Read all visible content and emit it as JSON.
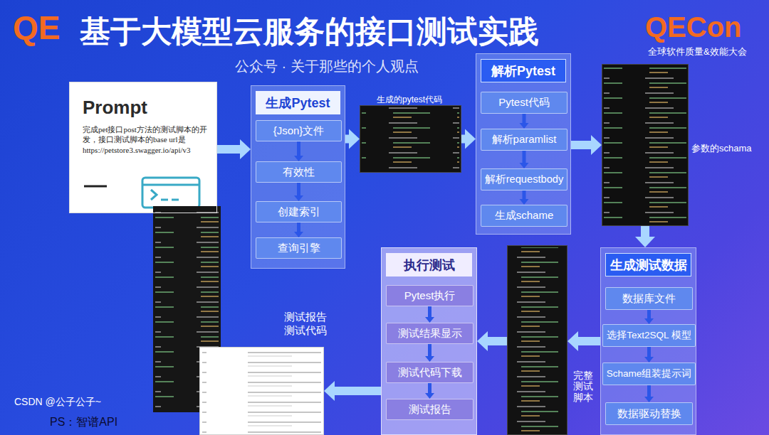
{
  "diagram": {
    "title": "基于大模型云服务的接口测试实践",
    "nodes": [
      {
        "text": [
          "Prompt",
          "完成pet接口post方法的测试脚本的开发，接口测试脚本的base url是 https://petstore3.swagger.io/api/v3"
        ]
      },
      {
        "text": [
          "生成Pytest"
        ]
      },
      {
        "text": [
          "{Json}文件"
        ],
        "in": 1
      },
      {
        "text": [
          "有效性"
        ],
        "in": 1
      },
      {
        "text": [
          "创建索引"
        ],
        "in": 1
      },
      {
        "text": [
          "查询引擎"
        ],
        "in": 1
      },
      {
        "text": [
          "生成的pytest代码"
        ]
      },
      {
        "text": [
          "解析Pytest"
        ]
      },
      {
        "text": [
          "Pytest代码"
        ],
        "in": 7
      },
      {
        "text": [
          "解析paramlist"
        ],
        "in": 7
      },
      {
        "text": [
          "解析requestbody"
        ],
        "in": 7
      },
      {
        "text": [
          "生成schame"
        ],
        "in": 7
      },
      {
        "text": [
          "参数的schama"
        ]
      },
      {
        "text": [
          "生成测试数据"
        ]
      },
      {
        "text": [
          "数据库文件"
        ],
        "in": 13
      },
      {
        "text": [
          "选择Text2SQL 模型"
        ],
        "in": 13
      },
      {
        "text": [
          "Schame组装提示词"
        ],
        "in": 13
      },
      {
        "text": [
          "数据驱动替换"
        ],
        "in": 13
      },
      {
        "text": [
          "完整 测试 脚本"
        ]
      },
      {
        "text": [
          "执行测试"
        ]
      },
      {
        "text": [
          "Pytest执行"
        ],
        "in": 19
      },
      {
        "text": [
          "测试结果显示"
        ],
        "in": 19
      },
      {
        "text": [
          "测试代码下载"
        ],
        "in": 19
      },
      {
        "text": [
          "测试报告"
        ],
        "in": 19
      },
      {
        "text": [
          "测试报告 测试代码"
        ]
      }
    ],
    "edges": [
      {
        "from": 0,
        "to": 1,
        "arrow": "to"
      },
      {
        "from": 2,
        "to": 3,
        "arrow": "to"
      },
      {
        "from": 3,
        "to": 4,
        "arrow": "to"
      },
      {
        "from": 4,
        "to": 5,
        "arrow": "to"
      },
      {
        "from": 1,
        "to": 6,
        "arrow": "to"
      },
      {
        "from": 6,
        "to": 7,
        "arrow": "to"
      },
      {
        "from": 8,
        "to": 9,
        "arrow": "to"
      },
      {
        "from": 9,
        "to": 10,
        "arrow": "to"
      },
      {
        "from": 10,
        "to": 11,
        "arrow": "to"
      },
      {
        "from": 7,
        "to": 12,
        "arrow": "to"
      },
      {
        "from": 12,
        "to": 13,
        "arrow": "to"
      },
      {
        "from": 14,
        "to": 15,
        "arrow": "to"
      },
      {
        "from": 15,
        "to": 16,
        "arrow": "to"
      },
      {
        "from": 16,
        "to": 17,
        "arrow": "to"
      },
      {
        "from": 13,
        "to": 18,
        "arrow": "to"
      },
      {
        "from": 18,
        "to": 19,
        "arrow": "to"
      },
      {
        "from": 20,
        "to": 21,
        "arrow": "to"
      },
      {
        "from": 21,
        "to": 22,
        "arrow": "to"
      },
      {
        "from": 22,
        "to": 23,
        "arrow": "to"
      },
      {
        "from": 19,
        "to": 24,
        "arrow": "to"
      }
    ],
    "labels": [
      "QE",
      "QECon",
      "全球软件质量&效能大会",
      "PS：智谱API",
      "公众号 · 关于那些的个人观点",
      "CSDN @公子公子~"
    ]
  }
}
